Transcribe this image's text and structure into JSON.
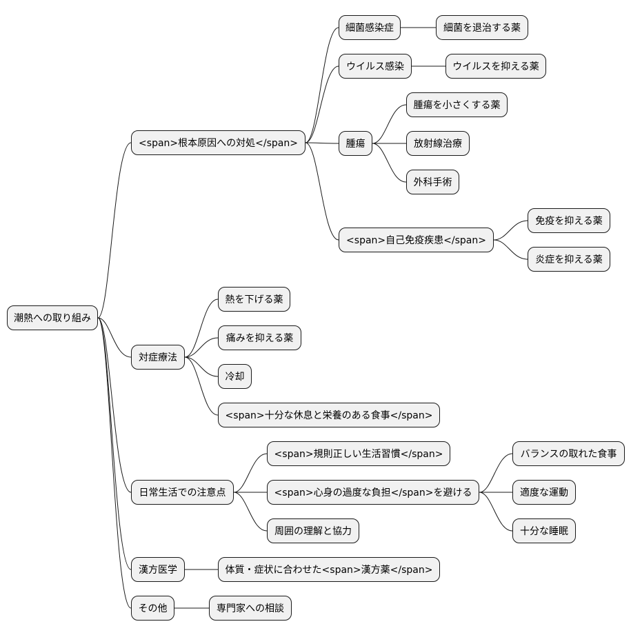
{
  "mindmap": {
    "root": {
      "label": "潮熱への取り組み"
    },
    "branches": [
      {
        "label": "<span>根本原因への対処</span>",
        "children": [
          {
            "label": "細菌感染症",
            "children": [
              {
                "label": "細菌を退治する薬"
              }
            ]
          },
          {
            "label": "ウイルス感染",
            "children": [
              {
                "label": "ウイルスを抑える薬"
              }
            ]
          },
          {
            "label": "腫瘍",
            "children": [
              {
                "label": "腫瘍を小さくする薬"
              },
              {
                "label": "放射線治療"
              },
              {
                "label": "外科手術"
              }
            ]
          },
          {
            "label": "<span>自己免疫疾患</span>",
            "children": [
              {
                "label": "免疫を抑える薬"
              },
              {
                "label": "炎症を抑える薬"
              }
            ]
          }
        ]
      },
      {
        "label": "対症療法",
        "children": [
          {
            "label": "熱を下げる薬"
          },
          {
            "label": "痛みを抑える薬"
          },
          {
            "label": "冷却"
          },
          {
            "label": "<span>十分な休息と栄養のある食事</span>"
          }
        ]
      },
      {
        "label": "日常生活での注意点",
        "children": [
          {
            "label": "<span>規則正しい生活習慣</span>"
          },
          {
            "label": "<span>心身の過度な負担</span>を避ける",
            "children": [
              {
                "label": "バランスの取れた食事"
              },
              {
                "label": "適度な運動"
              },
              {
                "label": "十分な睡眠"
              }
            ]
          },
          {
            "label": "周囲の理解と協力"
          }
        ]
      },
      {
        "label": "漢方医学",
        "children": [
          {
            "label": "体質・症状に合わせた<span>漢方薬</span>"
          }
        ]
      },
      {
        "label": "その他",
        "children": [
          {
            "label": "専門家への相談"
          }
        ]
      }
    ]
  }
}
